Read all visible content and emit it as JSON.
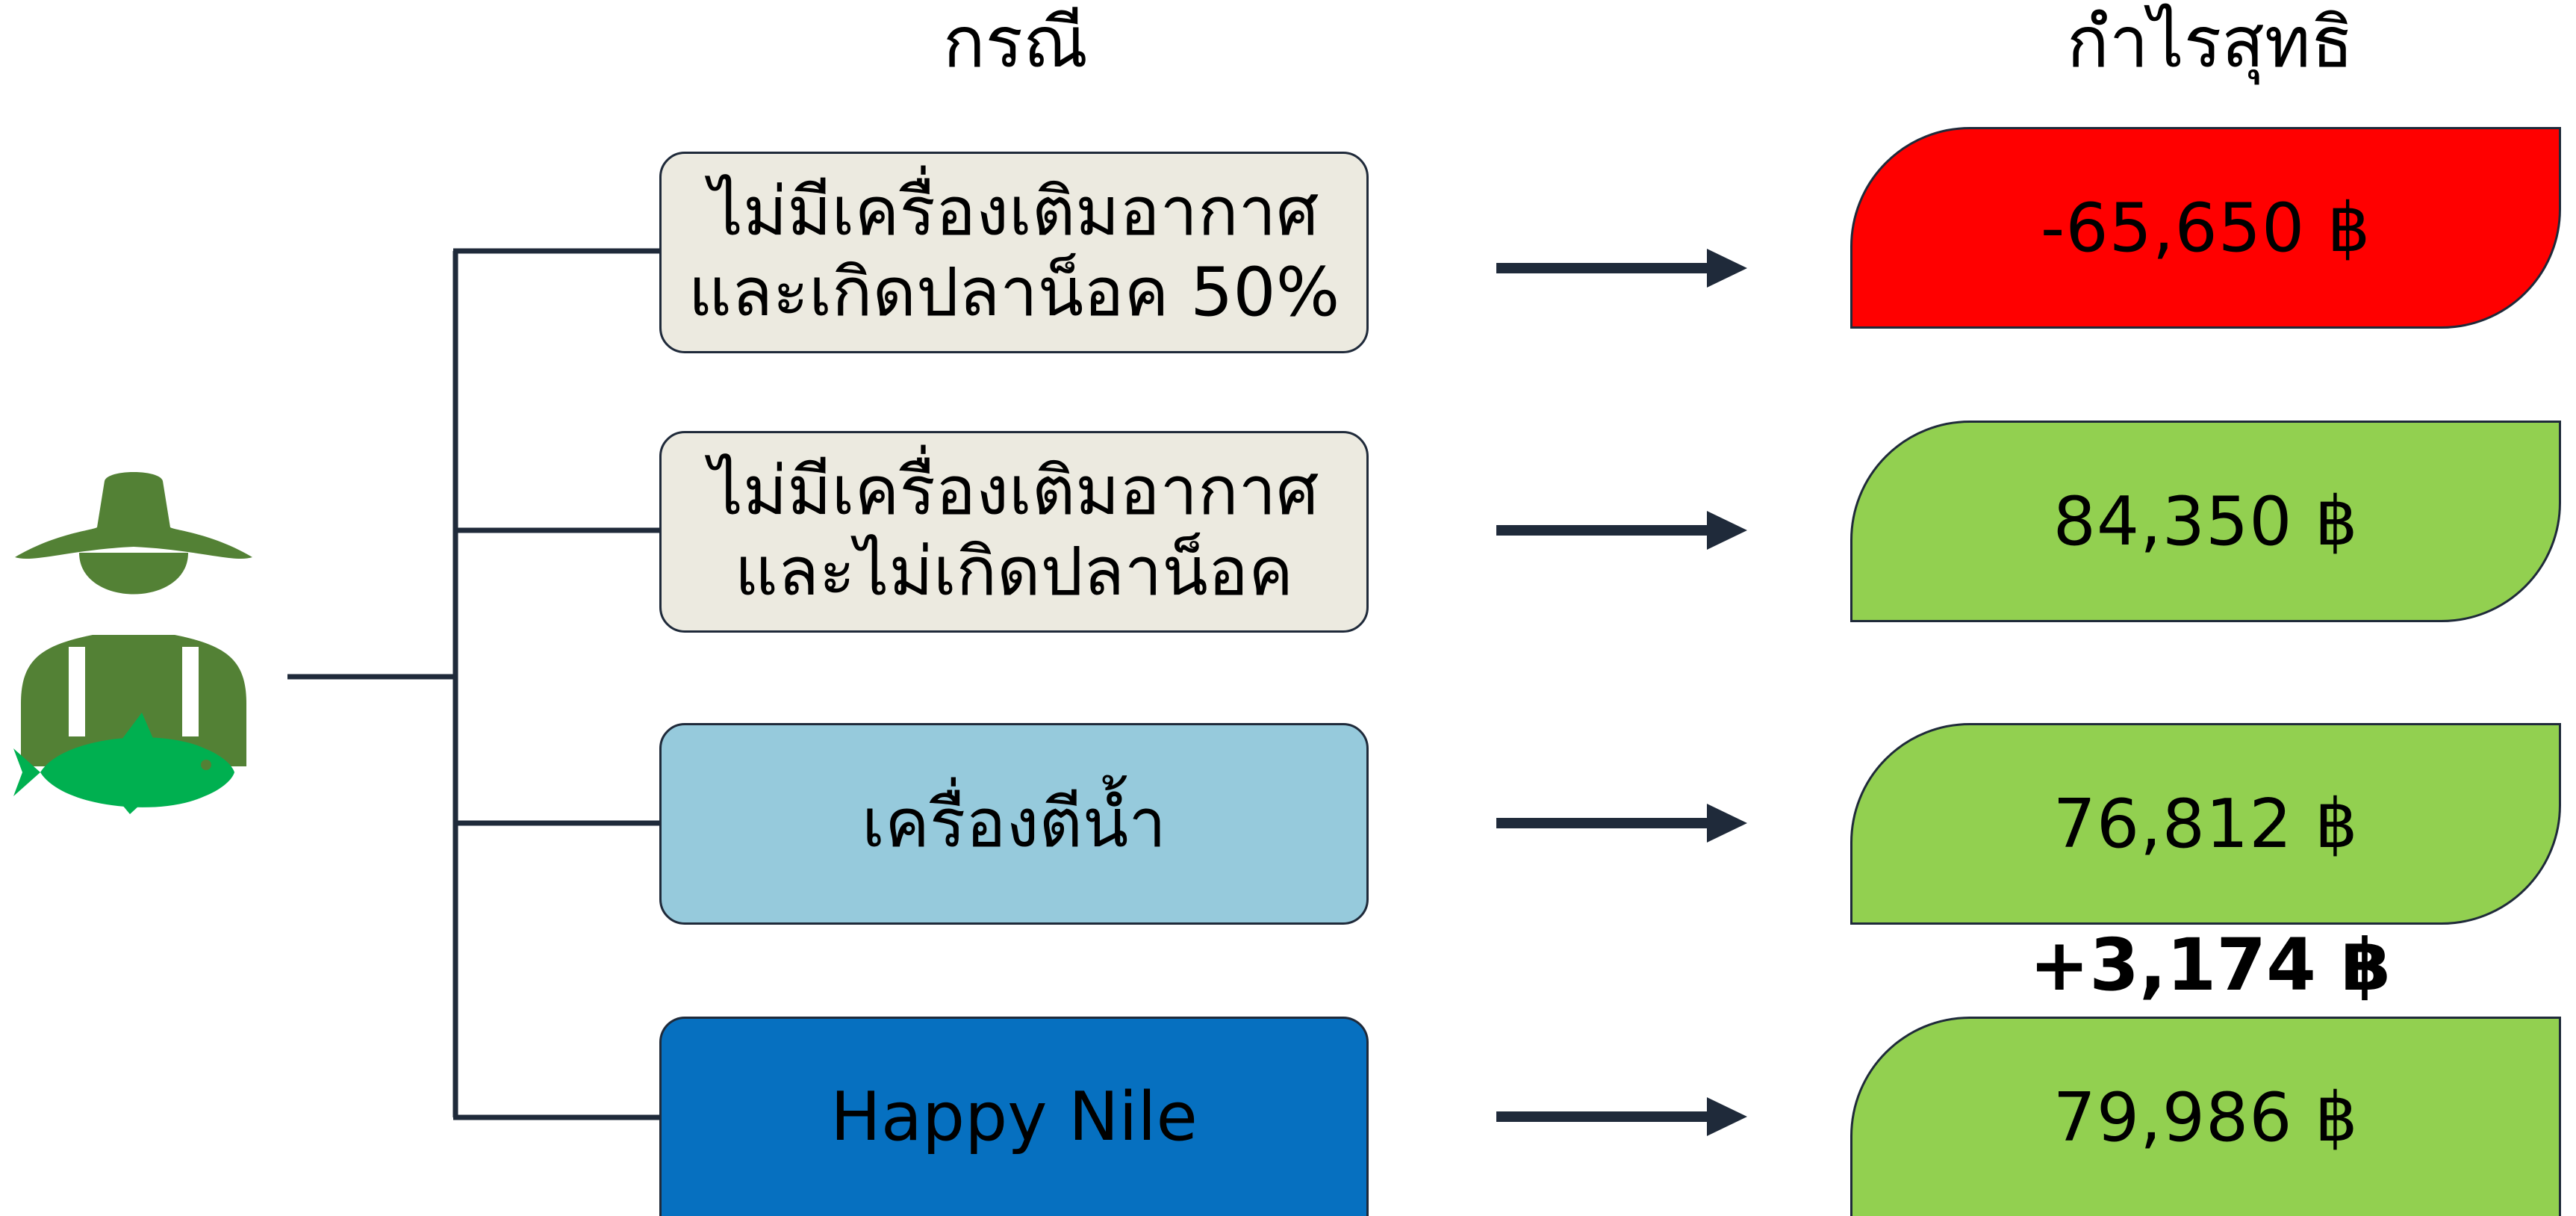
{
  "headers": {
    "case": "กรณี",
    "profit": "กำไรสุทธิ"
  },
  "cases": [
    {
      "label": "ไม่มีเครื่องเติมอากาศ\nและเกิดปลาน็อค 50%",
      "color": "#eceae0",
      "text_color": "#000000"
    },
    {
      "label": "ไม่มีเครื่องเติมอากาศ\nและไม่เกิดปลาน็อค",
      "color": "#eceae0",
      "text_color": "#000000"
    },
    {
      "label": "เครื่องตีน้ำ",
      "color": "#96cadc",
      "text_color": "#000000"
    },
    {
      "label": "Happy Nile",
      "color": "#0670c0",
      "text_color": "#000000"
    }
  ],
  "profits": [
    {
      "value": "-65,650 ฿",
      "color": "#ff0000"
    },
    {
      "value": "84,350 ฿",
      "color": "#92d050"
    },
    {
      "value": "76,812 ฿",
      "color": "#92d050"
    },
    {
      "value": "79,986 ฿",
      "color": "#92d050"
    }
  ],
  "difference_label": "+3,174 ฿",
  "icons": {
    "farmer": "farmer-with-fish-icon",
    "arrow": "right-arrow-icon"
  },
  "colors": {
    "line": "#1f2a3a",
    "farmer_green": "#538135",
    "fish_green": "#00b050"
  }
}
